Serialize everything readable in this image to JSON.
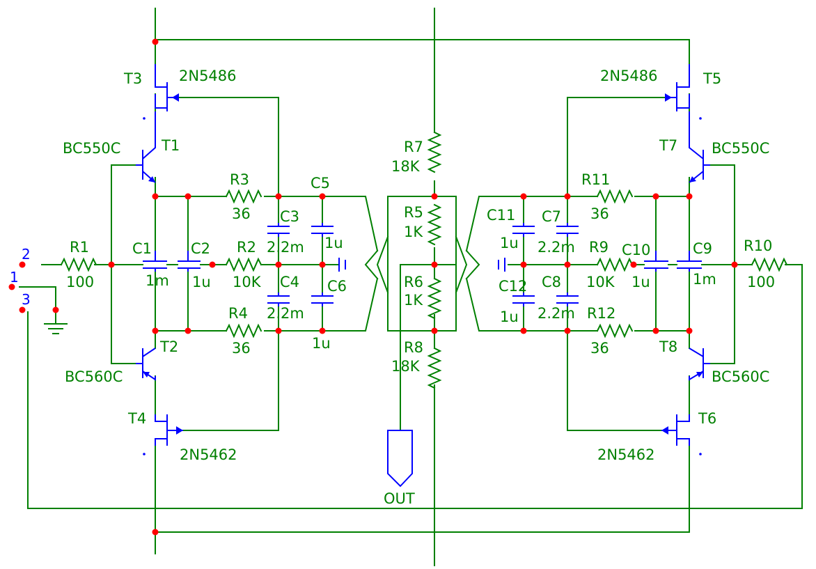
{
  "components": {
    "R1": {
      "ref": "R1",
      "value": "100"
    },
    "R2": {
      "ref": "R2",
      "value": "10K"
    },
    "R3": {
      "ref": "R3",
      "value": "36"
    },
    "R4": {
      "ref": "R4",
      "value": "36"
    },
    "R5": {
      "ref": "R5",
      "value": "1K"
    },
    "R6": {
      "ref": "R6",
      "value": "1K"
    },
    "R7": {
      "ref": "R7",
      "value": "18K"
    },
    "R8": {
      "ref": "R8",
      "value": "18K"
    },
    "R9": {
      "ref": "R9",
      "value": "10K"
    },
    "R10": {
      "ref": "R10",
      "value": "100"
    },
    "R11": {
      "ref": "R11",
      "value": "36"
    },
    "R12": {
      "ref": "R12",
      "value": "36"
    },
    "C1": {
      "ref": "C1",
      "value": "1m"
    },
    "C2": {
      "ref": "C2",
      "value": "1u"
    },
    "C3": {
      "ref": "C3",
      "value": "2.2m"
    },
    "C4": {
      "ref": "C4",
      "value": "2.2m"
    },
    "C5": {
      "ref": "C5",
      "value": "1u"
    },
    "C6": {
      "ref": "C6",
      "value": "1u"
    },
    "C7": {
      "ref": "C7",
      "value": "2.2m"
    },
    "C8": {
      "ref": "C8",
      "value": "2.2m"
    },
    "C9": {
      "ref": "C9",
      "value": "1m"
    },
    "C10": {
      "ref": "C10",
      "value": "1u"
    },
    "C11": {
      "ref": "C11",
      "value": "1u"
    },
    "C12": {
      "ref": "C12",
      "value": "1u"
    },
    "T1": {
      "ref": "T1",
      "part": "BC550C"
    },
    "T2": {
      "ref": "T2",
      "part": "BC560C"
    },
    "T3": {
      "ref": "T3",
      "part": "2N5486"
    },
    "T4": {
      "ref": "T4",
      "part": "2N5462"
    },
    "T5": {
      "ref": "T5",
      "part": "2N5486"
    },
    "T6": {
      "ref": "T6",
      "part": "2N5462"
    },
    "T7": {
      "ref": "T7",
      "part": "BC550C"
    },
    "T8": {
      "ref": "T8",
      "part": "BC560C"
    }
  },
  "pins": {
    "p1": "1",
    "p2": "2",
    "p3": "3"
  },
  "output_label": "OUT",
  "colors": {
    "wire": "#008000",
    "symbol": "#0000ff",
    "junction": "#ff0000",
    "background": "#ffffff"
  }
}
